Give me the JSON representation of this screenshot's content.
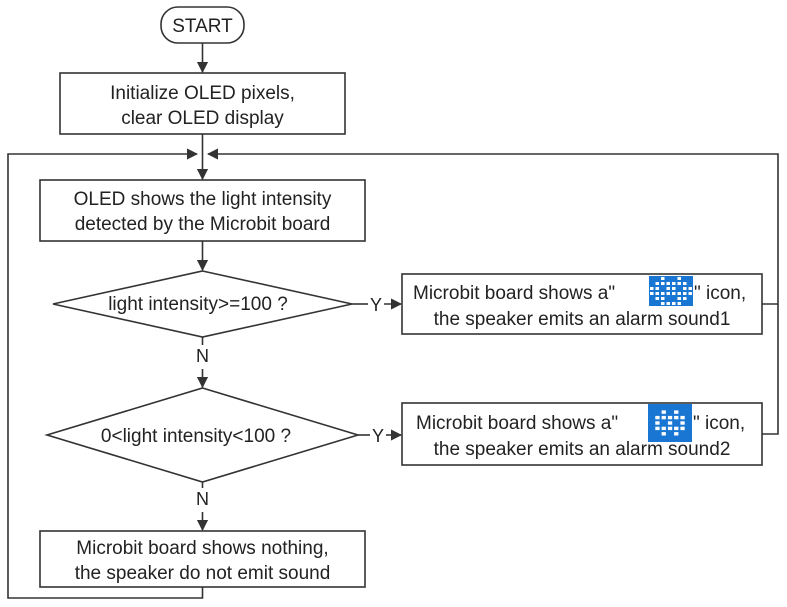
{
  "flowchart": {
    "start": {
      "label": "START"
    },
    "init": {
      "line1": "Initialize OLED pixels,",
      "line2": "clear OLED display"
    },
    "show_light": {
      "line1": "OLED shows the light intensity",
      "line2": "detected by the Microbit board"
    },
    "decision1": {
      "label": "light intensity>=100 ?"
    },
    "action1": {
      "line1_before_icon": "Microbit board shows a\"",
      "line1_after_icon": "\" icon,",
      "line2": "the speaker emits an alarm sound1",
      "icon": "led-pattern-icon-1"
    },
    "decision2": {
      "label": "0<light intensity<100 ?"
    },
    "action2": {
      "line1_before_icon": "Microbit board shows a\"",
      "line1_after_icon": "\" icon,",
      "line2": "the speaker emits an alarm sound2",
      "icon": "led-pattern-icon-2"
    },
    "action3": {
      "line1": "Microbit board shows nothing,",
      "line2": "the speaker do not emit sound"
    },
    "branch_labels": {
      "yes1": "Y",
      "no1": "N",
      "yes2": "Y",
      "no2": "N"
    }
  },
  "colors": {
    "stroke": "#333333",
    "text": "#222222",
    "led_on": "#ffffff",
    "led_off": "#1976d2"
  }
}
